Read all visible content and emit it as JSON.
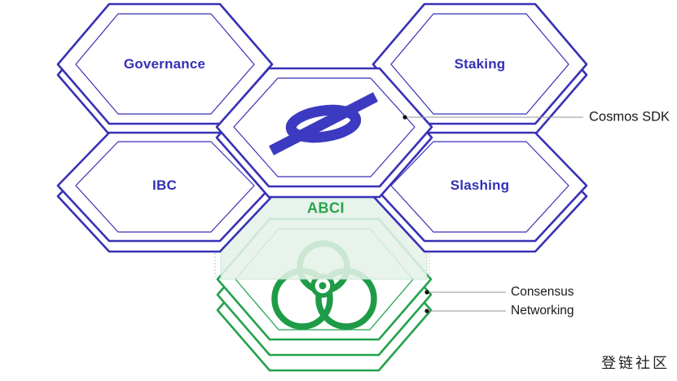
{
  "hexagons": {
    "governance": {
      "label": "Governance"
    },
    "staking": {
      "label": "Staking"
    },
    "ibc": {
      "label": "IBC"
    },
    "slashing": {
      "label": "Slashing"
    }
  },
  "abci": {
    "label": "ABCI"
  },
  "callouts": {
    "cosmos_sdk": {
      "label": "Cosmos SDK"
    },
    "consensus": {
      "label": "Consensus"
    },
    "networking": {
      "label": "Networking"
    }
  },
  "icons": {
    "center_icon": "cosmos-atom-logo",
    "bottom_icon": "tendermint-knot-logo"
  },
  "watermark": {
    "label": "登链社区"
  },
  "colors": {
    "blue_line": "#3831B5",
    "blue_text": "#3431B5",
    "logo_blue": "#3B3AC0",
    "green_line": "#23A24C",
    "knot_green": "#1D9B46",
    "green_text": "#27A34B",
    "abci_band_fill": "#E4F1E8",
    "callout_line": "#969696",
    "callout_text": "#1A1A1A",
    "watermark_text": "#222222"
  }
}
